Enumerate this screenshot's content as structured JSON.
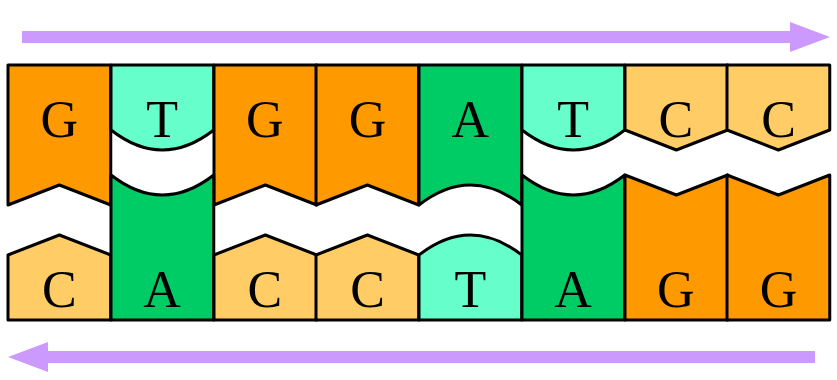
{
  "diagram": {
    "nodes": [
      {
        "text": [
          "G"
        ]
      },
      {
        "text": [
          "T"
        ]
      },
      {
        "text": [
          "G"
        ]
      },
      {
        "text": [
          "G"
        ]
      },
      {
        "text": [
          "A"
        ]
      },
      {
        "text": [
          "T"
        ]
      },
      {
        "text": [
          "C"
        ]
      },
      {
        "text": [
          "C"
        ]
      },
      {
        "text": [
          "C"
        ]
      },
      {
        "text": [
          "A"
        ]
      },
      {
        "text": [
          "C"
        ]
      },
      {
        "text": [
          "C"
        ]
      },
      {
        "text": [
          "T"
        ]
      },
      {
        "text": [
          "A"
        ]
      },
      {
        "text": [
          "G"
        ]
      },
      {
        "text": [
          "G"
        ]
      }
    ]
  }
}
